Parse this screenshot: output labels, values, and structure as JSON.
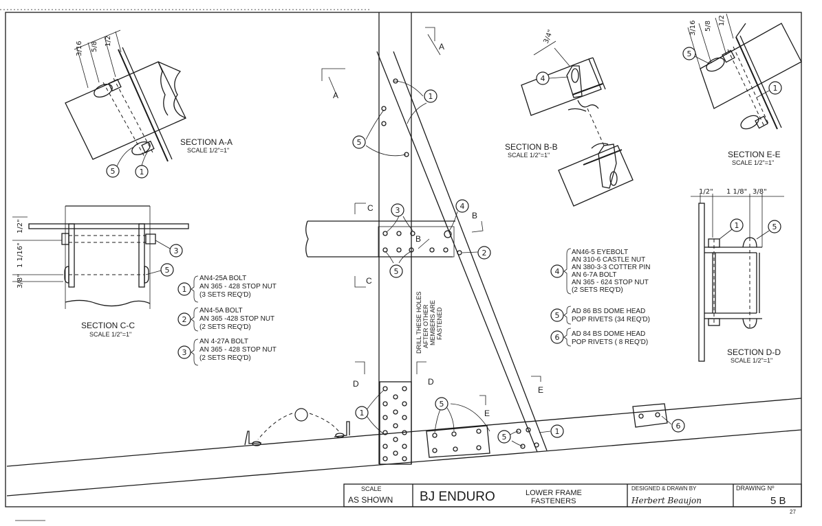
{
  "sections": {
    "aa": {
      "title": "SECTION  A-A",
      "scale": "SCALE 1/2\"=1\"",
      "dims": [
        "3/16",
        "5/8",
        "1/2"
      ],
      "callouts": [
        "5",
        "1"
      ]
    },
    "bb": {
      "title": "SECTION  B-B",
      "scale": "SCALE 1/2\"=1\"",
      "dims": [
        "3/4\""
      ],
      "callouts": [
        "4"
      ]
    },
    "ee": {
      "title": "SECTION  E-E",
      "scale": "SCALE 1/2\"=1\"",
      "dims": [
        "3/16",
        "5/8",
        "1/2"
      ],
      "callouts": [
        "5",
        "1"
      ]
    },
    "cc": {
      "title": "SECTION  C-C",
      "scale": "SCALE 1/2\"=1\"",
      "dims": [
        "1/2\"",
        "1 1/16\"",
        "3/8\""
      ],
      "callouts": [
        "3",
        "5"
      ]
    },
    "dd": {
      "title": "SECTION  D-D",
      "scale": "SCALE 1/2\"=1\"",
      "dims": [
        "1/2\"",
        "1 1/8\"",
        "3/8\""
      ],
      "callouts": [
        "1",
        "5"
      ]
    }
  },
  "section_marks": {
    "a1": "A",
    "a2": "A",
    "b1": "B",
    "b2": "B",
    "c1": "C",
    "c2": "C",
    "d1": "D",
    "d2": "D",
    "e1": "E",
    "e2": "E"
  },
  "main_callouts": {
    "c1a": "1",
    "c5a": "5",
    "c3": "3",
    "c4": "4",
    "c2": "2",
    "c5b": "5",
    "c1b": "1",
    "c5c": "5",
    "c5d": "5",
    "c1c": "1",
    "c6": "6"
  },
  "drill_note": [
    "DRILL THESE HOLES",
    "AFTER OTHER",
    "MEMBERS ARE",
    "FASTENED"
  ],
  "legend": [
    {
      "num": "1",
      "lines": [
        "AN4-25A BOLT",
        "AN 365 - 428 STOP NUT",
        "(3 SETS REQ'D)"
      ]
    },
    {
      "num": "2",
      "lines": [
        "AN4-5A BOLT",
        "AN 365 -428 STOP NUT",
        "(2 SETS REQ'D)"
      ]
    },
    {
      "num": "3",
      "lines": [
        "AN 4-27A BOLT",
        "AN 365 - 428 STOP NUT",
        "(2 SETS REQ'D)"
      ]
    },
    {
      "num": "4",
      "lines": [
        "AN46-5 EYEBOLT",
        "AN 310-6 CASTLE NUT",
        "AN 380-3-3 COTTER PIN",
        "AN 6-7A BOLT",
        "AN 365 - 624 STOP NUT",
        "(2 SETS REQ'D)"
      ]
    },
    {
      "num": "5",
      "lines": [
        "AD 86 BS DOME HEAD",
        "POP RIVETS  (34 REQ'D)"
      ]
    },
    {
      "num": "6",
      "lines": [
        "AD 84 BS DOME HEAD",
        "POP RIVETS  ( 8 REQ'D)"
      ]
    }
  ],
  "title_block": {
    "scale_label": "SCALE",
    "scale_value": "AS SHOWN",
    "project": "BJ ENDURO",
    "drawing_title_1": "LOWER FRAME",
    "drawing_title_2": "FASTENERS",
    "designed_label": "DESIGNED & DRAWN BY",
    "designer": "Herbert Beaujon",
    "drawing_no_label": "DRAWING Nº",
    "drawing_no": "5 B"
  },
  "page_number": "27"
}
